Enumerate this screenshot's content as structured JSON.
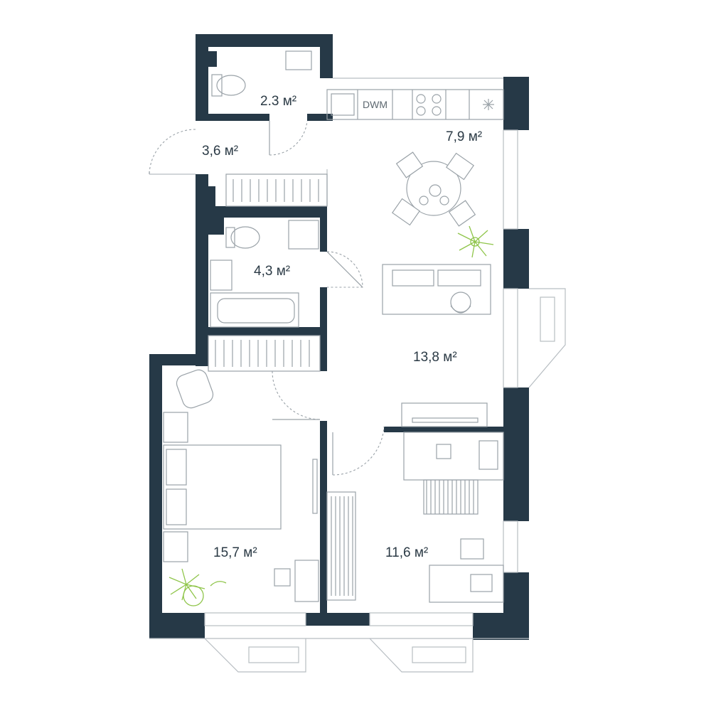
{
  "rooms": {
    "wc": {
      "area": "2.3 м²"
    },
    "hall": {
      "area": "3,6 м²"
    },
    "kitchen": {
      "area": "7,9 м²"
    },
    "bathroom": {
      "area": "4,3 м²"
    },
    "living": {
      "area": "13,8 м²"
    },
    "bedroom": {
      "area": "15,7 м²"
    },
    "study": {
      "area": "11,6 м²"
    }
  },
  "appliances": {
    "dishwasher": "DWM"
  },
  "colors": {
    "wall": "#263947",
    "plant": "#8fc54a",
    "furniture": "#9aa2a8"
  }
}
